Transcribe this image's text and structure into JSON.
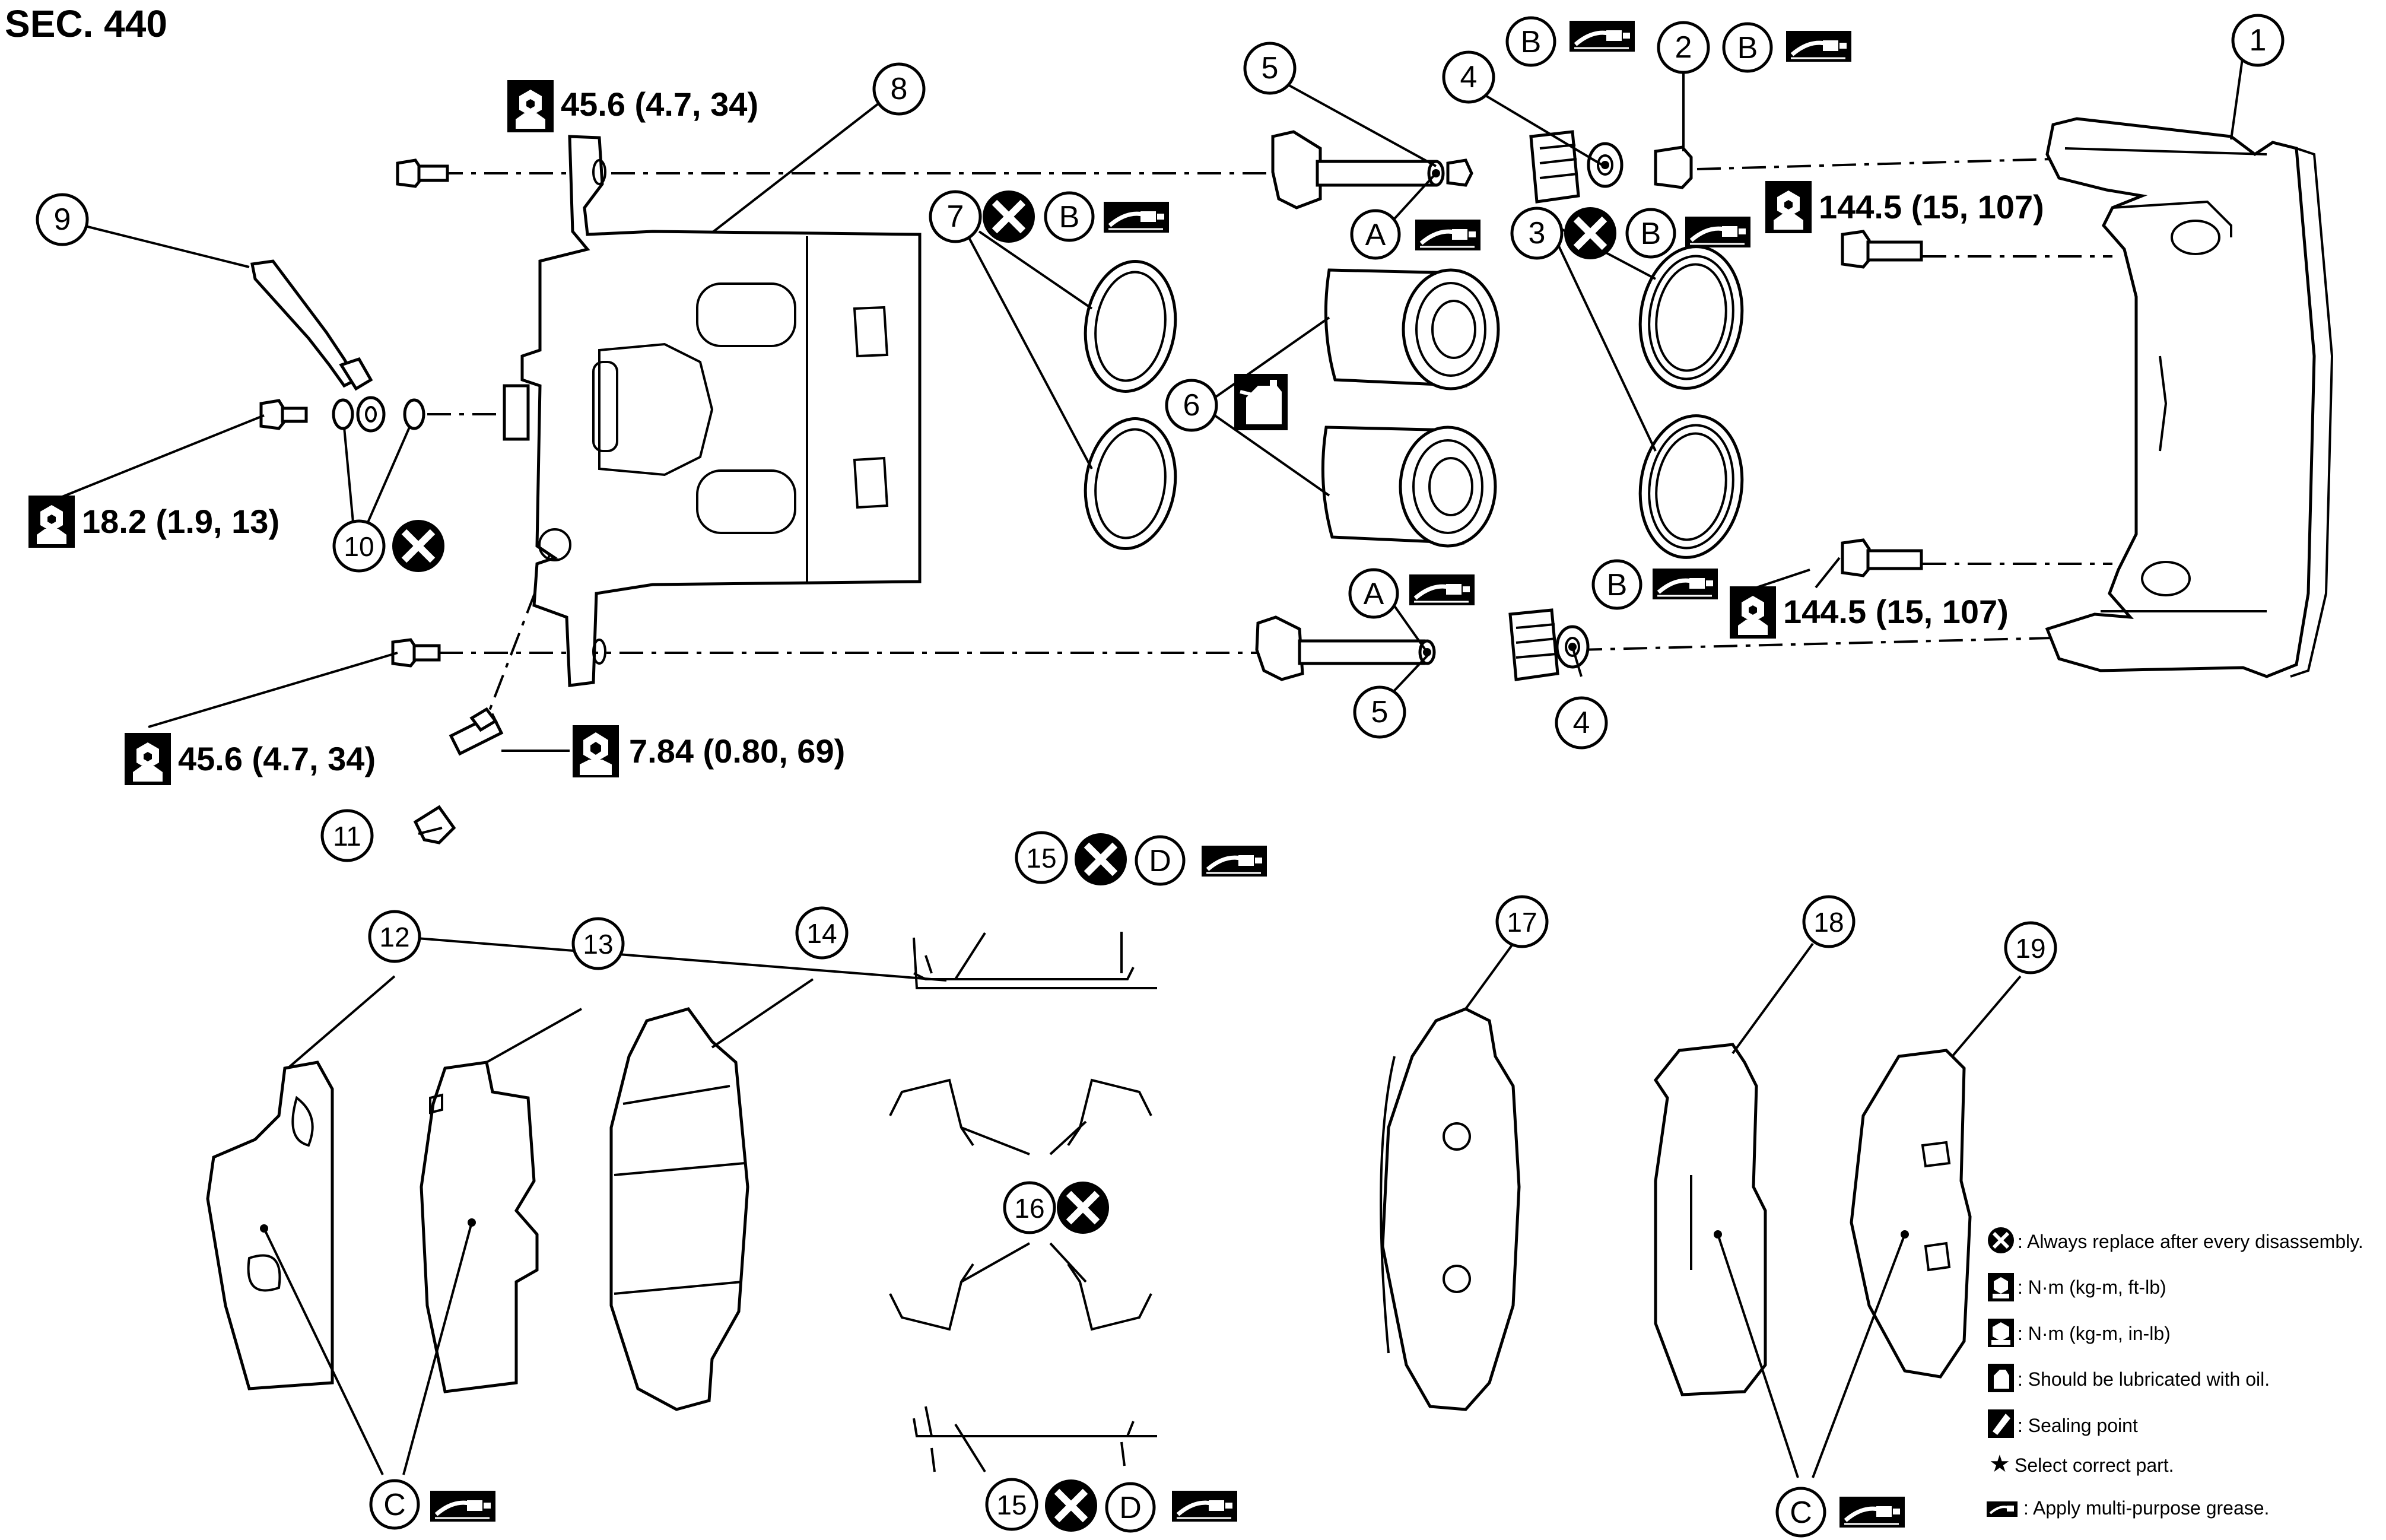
{
  "section_label": "SEC. 440",
  "callouts": [
    "1",
    "2",
    "3",
    "4",
    "5",
    "6",
    "7",
    "8",
    "9",
    "10",
    "11",
    "12",
    "13",
    "14",
    "15",
    "16",
    "17",
    "18",
    "19"
  ],
  "letters": {
    "a": "A",
    "b": "B",
    "c": "C",
    "d": "D"
  },
  "torques": {
    "t_45_6": "45.6 (4.7, 34)",
    "t_18_2": "18.2 (1.9, 13)",
    "t_7_84": "7.84 (0.80, 69)",
    "t_144_5": "144.5 (15, 107)"
  },
  "legend": {
    "replace": ": Always replace after every disassembly.",
    "nm_ftlb": ": N·m (kg-m, ft-lb)",
    "nm_inlb": ": N·m (kg-m, in-lb)",
    "oil": ": Should be lubricated with oil.",
    "sealing": ": Sealing point",
    "select_star": "★",
    "select": "Select correct part.",
    "grease": ": Apply multi-purpose grease."
  },
  "icons": {
    "replace": "x-circle-icon",
    "torque_ftlb": "wrench-ftlb-icon",
    "torque_inlb": "wrench-inlb-icon",
    "oil": "oil-can-icon",
    "sealing": "sealing-point-icon",
    "grease": "grease-gun-icon"
  }
}
